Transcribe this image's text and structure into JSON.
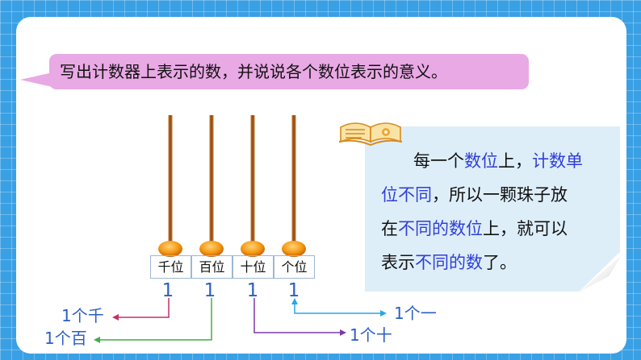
{
  "prompt": {
    "text": "写出计数器上表示的数，并说说各个数位表示的意义。"
  },
  "info": {
    "line1_pre": "每一个",
    "line1_hl1": "数位",
    "line1_mid": "上，",
    "line1_hl2": "计数单",
    "line2_hl": "位不同",
    "line2_post": "，所以一颗珠子放",
    "line3_pre": "在",
    "line3_hl": "不同的数位",
    "line3_post": "上，就可以",
    "line4_pre": "表示",
    "line4_hl": "不同的数",
    "line4_post": "了。"
  },
  "abacus": {
    "places": [
      "千位",
      "百位",
      "十位",
      "个位"
    ],
    "digits": [
      "1",
      "1",
      "1",
      "1"
    ]
  },
  "meanings": {
    "thousand": "1个千",
    "hundred": "1个百",
    "ten": "1个十",
    "one": "1个一"
  },
  "colors": {
    "background": "#3aa0e4",
    "bubble": "#e8a9e4",
    "info_box": "#deeef9",
    "highlight": "#2f3fd8",
    "digit": "#2a5ec5",
    "rod": "#a65a1a",
    "bead": "#f59a13",
    "arrow_thousand": "#c2306a",
    "arrow_hundred": "#3fae4b",
    "arrow_ten": "#7a3aa8",
    "arrow_one": "#2aa7e0"
  }
}
